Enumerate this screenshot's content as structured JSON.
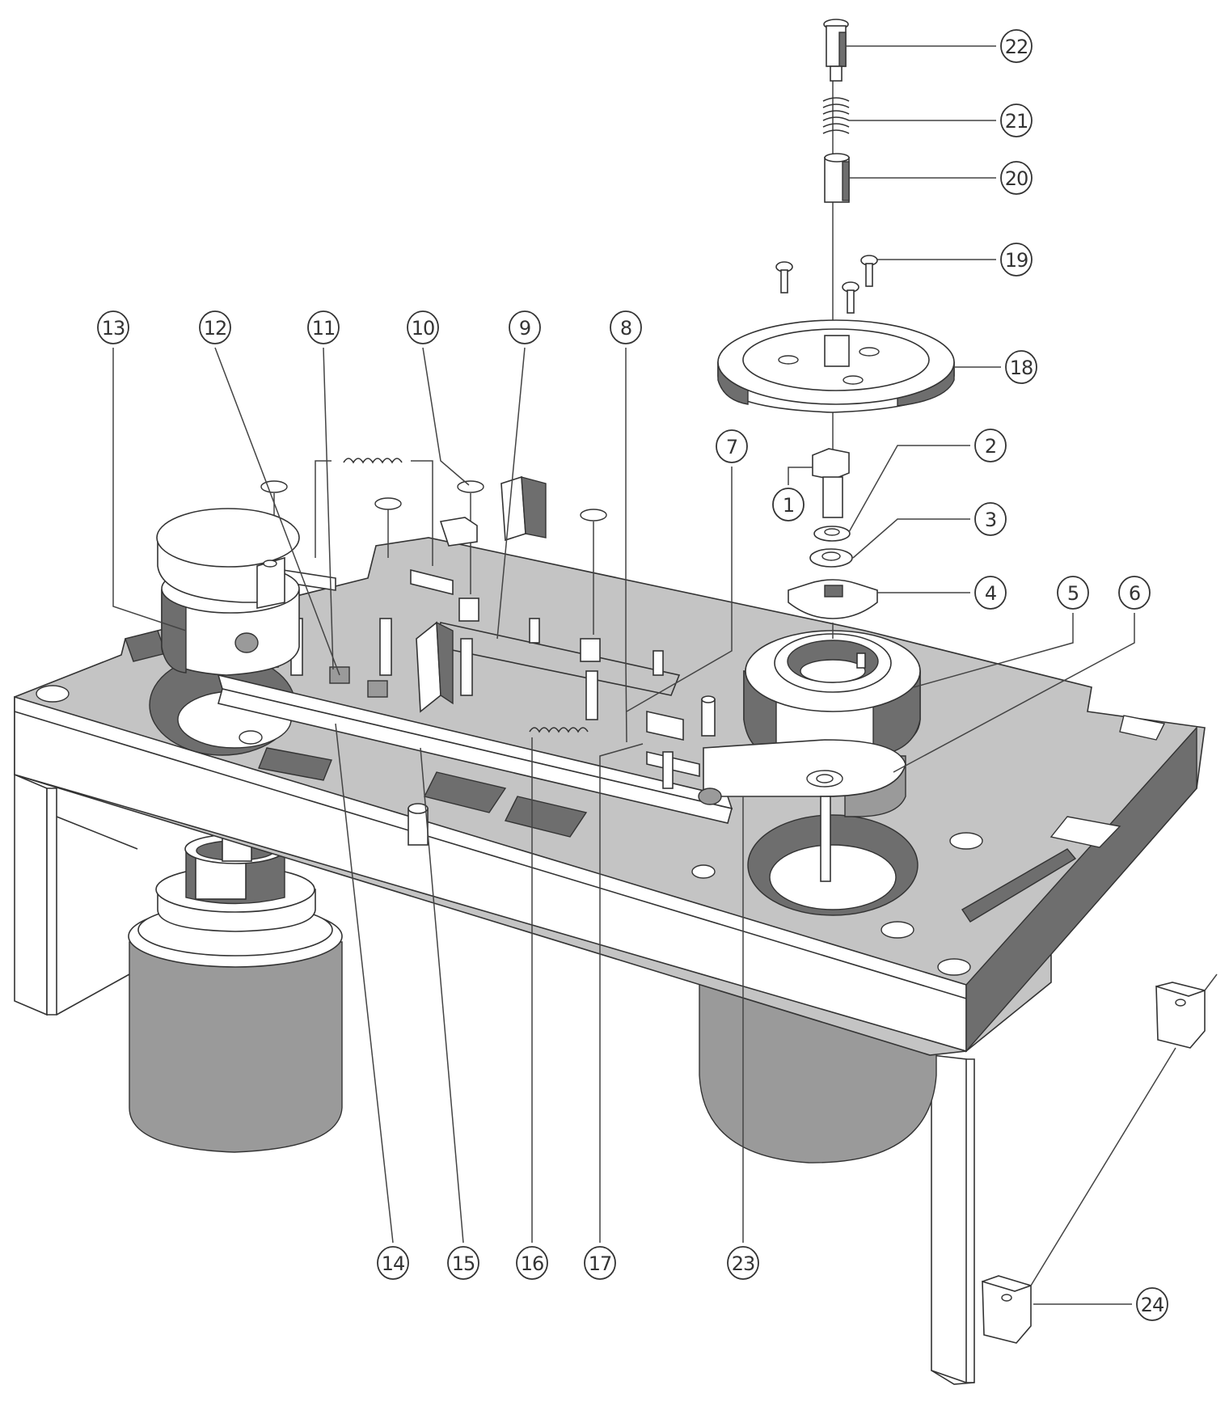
{
  "figure": {
    "type": "exploded-view technical illustration",
    "subject": "mechanism base plate assembly with motors, levers, springs and turntable pulley"
  },
  "callouts": [
    {
      "id": "1",
      "label": "1"
    },
    {
      "id": "2",
      "label": "2"
    },
    {
      "id": "3",
      "label": "3"
    },
    {
      "id": "4",
      "label": "4"
    },
    {
      "id": "5",
      "label": "5"
    },
    {
      "id": "6",
      "label": "6"
    },
    {
      "id": "7",
      "label": "7"
    },
    {
      "id": "8",
      "label": "8"
    },
    {
      "id": "9",
      "label": "9"
    },
    {
      "id": "10",
      "label": "10"
    },
    {
      "id": "11",
      "label": "11"
    },
    {
      "id": "12",
      "label": "12"
    },
    {
      "id": "13",
      "label": "13"
    },
    {
      "id": "14",
      "label": "14"
    },
    {
      "id": "15",
      "label": "15"
    },
    {
      "id": "16",
      "label": "16"
    },
    {
      "id": "17",
      "label": "17"
    },
    {
      "id": "18",
      "label": "18"
    },
    {
      "id": "19",
      "label": "19"
    },
    {
      "id": "20",
      "label": "20"
    },
    {
      "id": "21",
      "label": "21"
    },
    {
      "id": "22",
      "label": "22"
    },
    {
      "id": "23",
      "label": "23"
    },
    {
      "id": "24",
      "label": "24"
    }
  ],
  "parts": {
    "1": "hex bolt",
    "2": "washer",
    "3": "washer",
    "4": "keyed collar",
    "5": "flywheel hub",
    "6": "pinch arm",
    "7": "lever",
    "8": "pin",
    "9": "slide lever",
    "10": "e-clip",
    "11": "nut",
    "12": "screw",
    "13": "reel spindle assembly",
    "14": "slide bar",
    "15": "guide roller",
    "16": "tension spring",
    "17": "spring lever",
    "18": "pulley disc",
    "19": "screw",
    "20": "sleeve",
    "21": "compression spring",
    "22": "shoulder screw",
    "23": "capstan shaft",
    "24": "foot bracket"
  }
}
